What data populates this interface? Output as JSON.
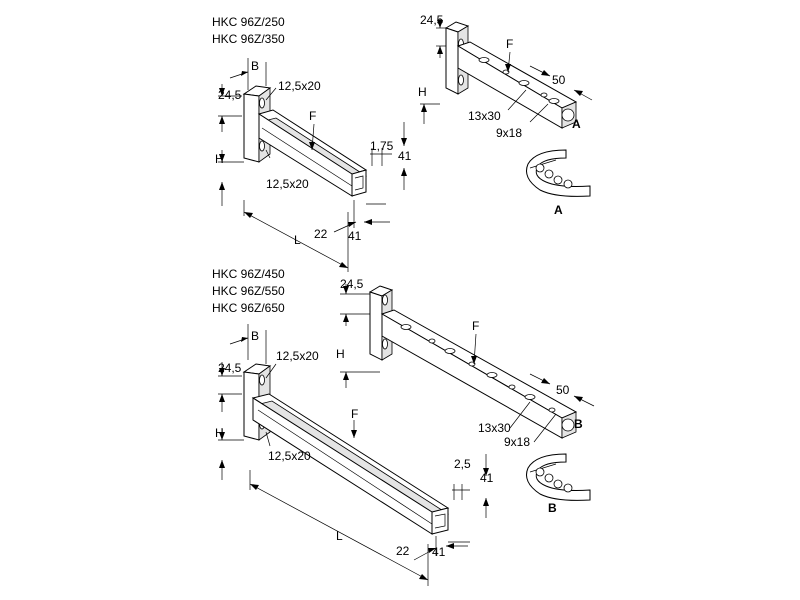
{
  "upper": {
    "models": [
      "HKC 96Z/250",
      "HKC 96Z/350"
    ],
    "dims": {
      "b": "B",
      "plate": "24,5",
      "slot_top": "12,5x20",
      "slot_bottom": "12,5x20",
      "h": "H",
      "f": "F",
      "lip": "1,75",
      "height": "41",
      "foot": "22",
      "width": "41",
      "l": "L"
    }
  },
  "lower": {
    "models": [
      "HKC 96Z/450",
      "HKC 96Z/550",
      "HKC 96Z/650"
    ],
    "dims": {
      "b": "B",
      "plate": "24,5",
      "slot_top": "12,5x20",
      "slot_bottom": "12,5x20",
      "h": "H",
      "f": "F",
      "lip": "2,5",
      "height": "41",
      "foot": "22",
      "width": "41",
      "l": "L"
    }
  },
  "persp_upper": {
    "plate": "24,5",
    "f": "F",
    "h": "H",
    "width": "50",
    "slot_long": "13x30",
    "slot_short": "9x18",
    "marker": "A"
  },
  "persp_lower": {
    "plate": "24,5",
    "f": "F",
    "h": "H",
    "width": "50",
    "slot_long": "13x30",
    "slot_short": "9x18",
    "marker": "B"
  },
  "detail_upper": {
    "label": "A"
  },
  "detail_lower": {
    "label": "B"
  }
}
